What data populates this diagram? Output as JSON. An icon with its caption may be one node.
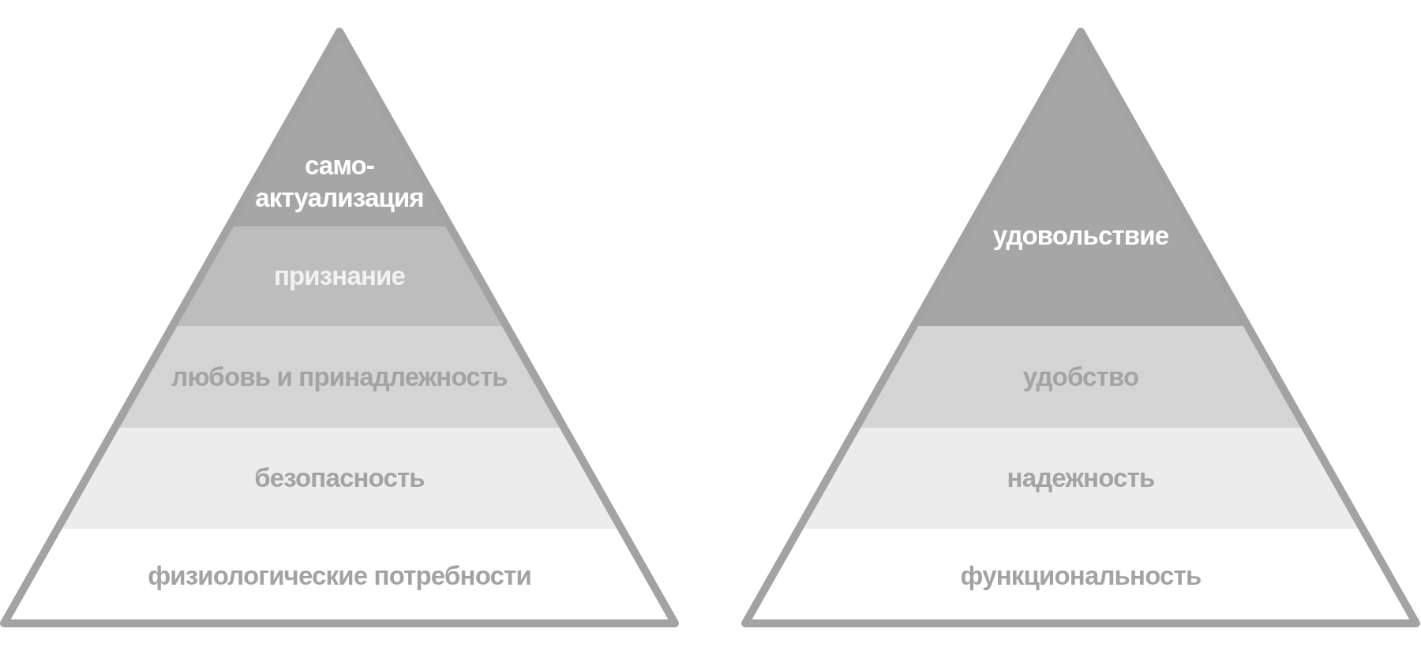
{
  "diagram": {
    "nodes": [
      {
        "text": [
          "само- актуализация"
        ]
      },
      {
        "text": [
          "признание"
        ]
      },
      {
        "text": [
          "любовь и принадлежность"
        ]
      },
      {
        "text": [
          "безопасность"
        ]
      },
      {
        "text": [
          "физиологические потребности"
        ]
      },
      {
        "text": [
          "удовольствие"
        ]
      },
      {
        "text": [
          "удобство"
        ]
      },
      {
        "text": [
          "надежность"
        ]
      },
      {
        "text": [
          "функциональность"
        ]
      }
    ]
  }
}
